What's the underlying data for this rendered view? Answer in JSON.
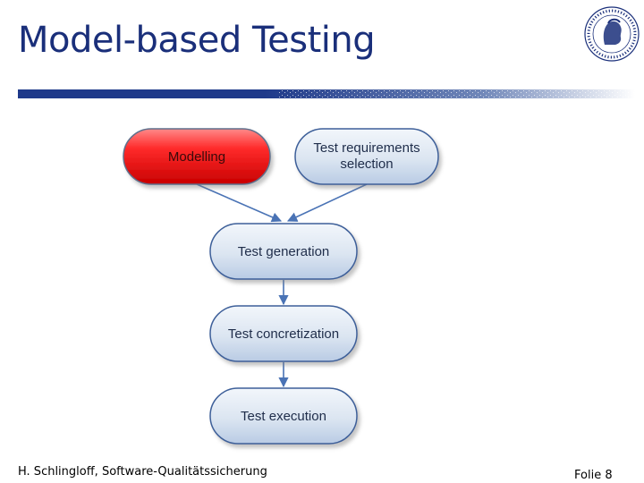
{
  "slide": {
    "title": "Model-based Testing",
    "footer_left": "H. Schlingloff, Software-Qualitätssicherung",
    "footer_right": "Folie 8"
  },
  "logo": {
    "name": "university-seal",
    "text": "HUMBOLDT-UNIVERSITÄT ZU BERLIN"
  },
  "colors": {
    "title": "#1a2f7a",
    "header_bar": "#1f3a8a",
    "node_fill_blue": "#dbe5f1",
    "node_fill_red": "#e8141b",
    "node_border": "#3d5f99",
    "arrow": "#4a73b5"
  },
  "diagram": {
    "nodes": [
      {
        "id": "modelling",
        "lines": [
          "Modelling"
        ]
      },
      {
        "id": "test-requirements-selection",
        "lines": [
          "Test requirements",
          "selection"
        ]
      },
      {
        "id": "test-generation",
        "lines": [
          "Test generation"
        ]
      },
      {
        "id": "test-concretization",
        "lines": [
          "Test concretization"
        ]
      },
      {
        "id": "test-execution",
        "lines": [
          "Test execution"
        ]
      }
    ],
    "edges": [
      {
        "from": "modelling",
        "to": "test-generation"
      },
      {
        "from": "test-requirements-selection",
        "to": "test-generation"
      },
      {
        "from": "test-generation",
        "to": "test-concretization"
      },
      {
        "from": "test-concretization",
        "to": "test-execution"
      }
    ]
  }
}
